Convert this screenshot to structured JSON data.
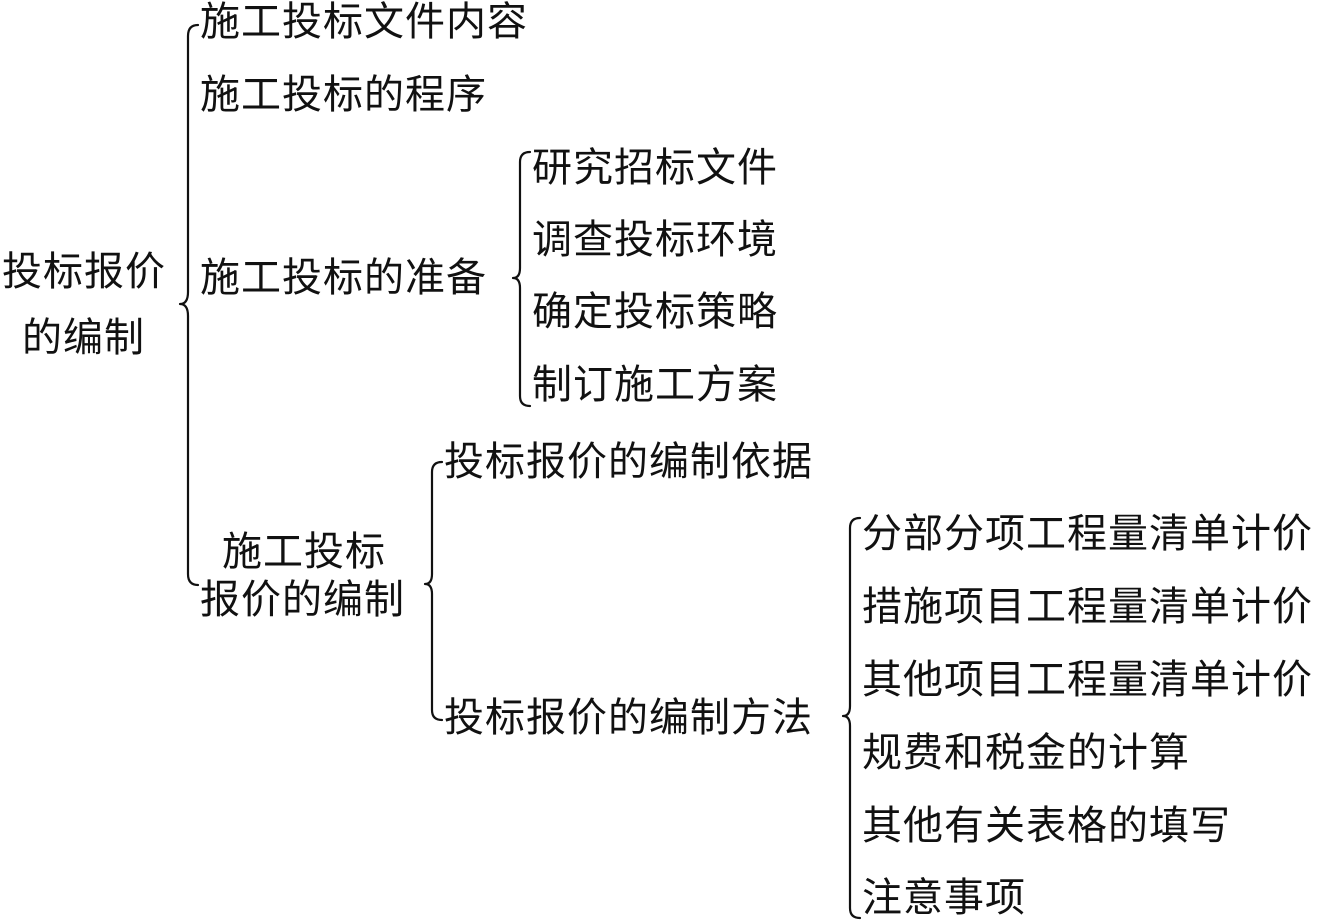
{
  "root": {
    "line1": "投标报价",
    "line2": "的编制"
  },
  "level1": {
    "item1": "施工投标文件内容",
    "item2": "施工投标的程序",
    "item3": "施工投标的准备",
    "item4_line1": "施工投标",
    "item4_line2": "报价的编制"
  },
  "preparation": {
    "items": [
      "研究招标文件",
      "调查投标环境",
      "确定投标策略",
      "制订施工方案"
    ]
  },
  "pricing": {
    "basis": "投标报价的编制依据",
    "method": "投标报价的编制方法"
  },
  "methods": {
    "items": [
      "分部分项工程量清单计价",
      "措施项目工程量清单计价",
      "其他项目工程量清单计价",
      "规费和税金的计算",
      "其他有关表格的填写",
      "注意事项"
    ]
  }
}
